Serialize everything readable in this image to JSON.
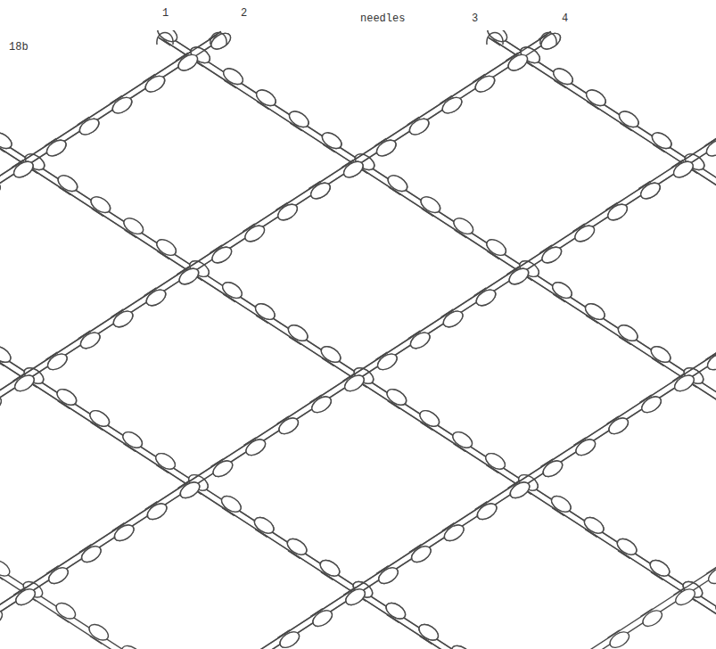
{
  "diagram": {
    "labels": [
      "1",
      "2",
      "needles",
      "3",
      "4",
      "18b"
    ]
  }
}
